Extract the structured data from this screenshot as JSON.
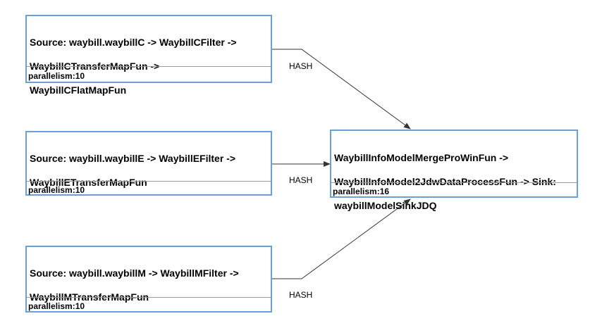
{
  "nodes": {
    "waybill_c": {
      "title": "Source: waybill.waybillC -> WaybillCFilter -> WaybillCTransferMapFun -> WaybillCFlatMapFun",
      "title_lines": [
        "Source: waybill.waybillC -> WaybillCFilter ->",
        "WaybillCTransferMapFun ->",
        "WaybillCFlatMapFun"
      ],
      "parallelism": "parallelism:10"
    },
    "waybill_e": {
      "title_lines": [
        "Source: waybill.waybillE -> WaybillEFilter ->",
        "WaybillETransferMapFun"
      ],
      "parallelism": "parallelism:10"
    },
    "waybill_m": {
      "title_lines": [
        "Source: waybill.waybillM -> WaybillMFilter ->",
        "WaybillMTransferMapFun"
      ],
      "parallelism": "parallelism:10"
    },
    "sink": {
      "title_lines": [
        "WaybillInfoModelMergeProWinFun ->",
        "WaybillInfoModel2JdwDataProcessFun -> Sink:",
        "waybillModelSinkJDQ"
      ],
      "parallelism": "parallelism:16"
    }
  },
  "edges": {
    "c_to_sink": "HASH",
    "e_to_sink": "HASH",
    "m_to_sink": "HASH"
  },
  "colors": {
    "node_border": "#6a9fd8",
    "edge": "#333333"
  }
}
